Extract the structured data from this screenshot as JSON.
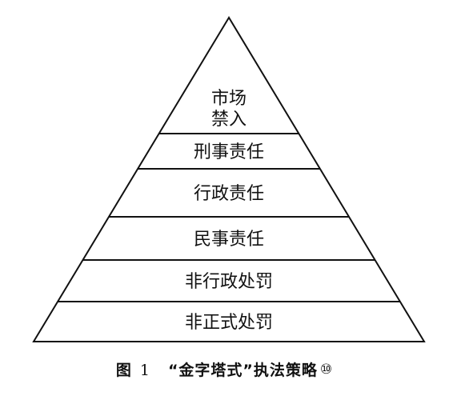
{
  "pyramid": {
    "tiers": [
      {
        "lines": [
          "市场",
          "禁入"
        ]
      },
      {
        "lines": [
          "刑事责任"
        ]
      },
      {
        "lines": [
          "行政责任"
        ]
      },
      {
        "lines": [
          "民事责任"
        ]
      },
      {
        "lines": [
          "非行政处罚"
        ]
      },
      {
        "lines": [
          "非正式处罚"
        ]
      }
    ]
  },
  "caption": {
    "figure_label": "图",
    "figure_number": "1",
    "title": "“金字塔式”执法策略",
    "reference_mark": "⑩"
  }
}
